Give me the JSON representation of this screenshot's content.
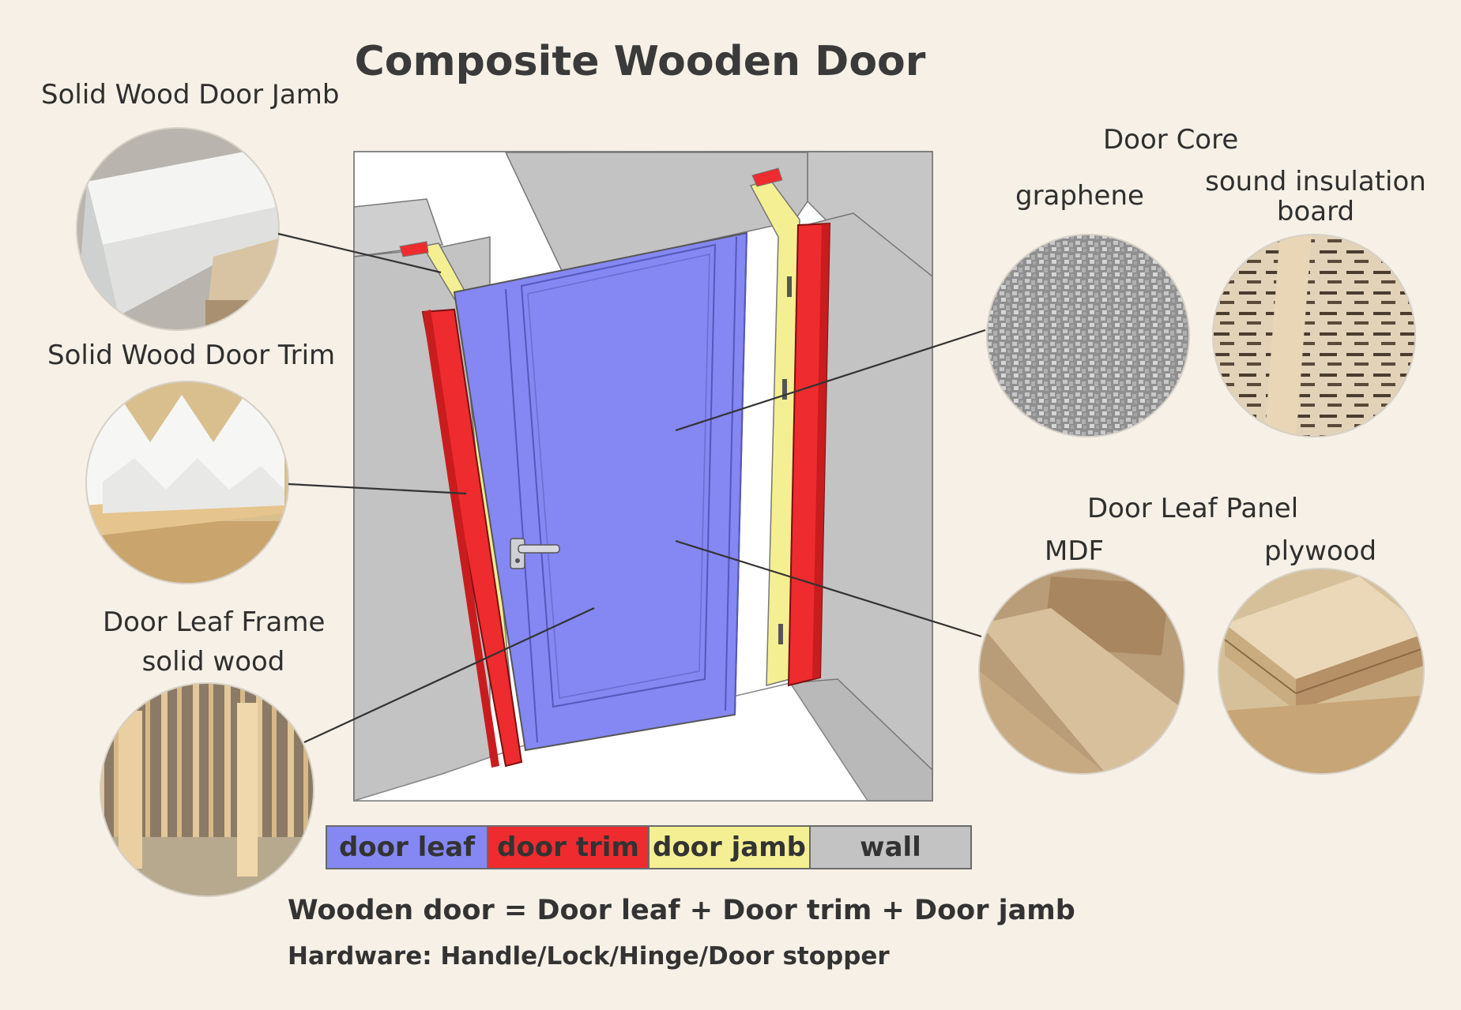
{
  "title": "Composite Wooden Door",
  "labels": {
    "jamb": "Solid Wood Door Jamb",
    "trim": "Solid Wood Door Trim",
    "frame_line1": "Door Leaf Frame",
    "frame_line2": "solid wood",
    "core_heading": "Door Core",
    "graphene": "graphene",
    "sound_line1": "sound insulation",
    "sound_line2": "board",
    "panel_heading": "Door Leaf Panel",
    "mdf": "MDF",
    "plywood": "plywood"
  },
  "legend": [
    {
      "label": "door leaf",
      "color": "#8587f3"
    },
    {
      "label": "door trim",
      "color": "#ee2b2e"
    },
    {
      "label": "door jamb",
      "color": "#f4ef92"
    },
    {
      "label": "wall",
      "color": "#c3c3c3"
    }
  ],
  "equation": "Wooden door = Door leaf + Door trim + Door jamb",
  "hardware": "Hardware: Handle/Lock/Hinge/Door stopper",
  "colors": {
    "background": "#f6f0e6",
    "door_leaf": "#8587f3",
    "door_trim": "#ee2b2e",
    "door_jamb": "#f4ef92",
    "wall": "#c3c3c3"
  }
}
